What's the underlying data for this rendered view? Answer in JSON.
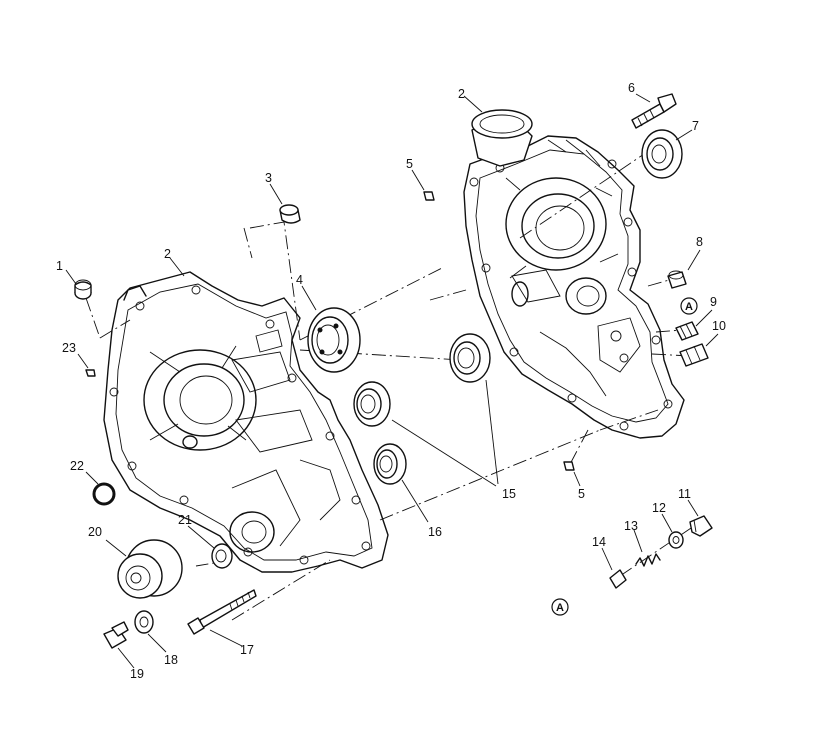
{
  "callouts": [
    {
      "id": "c1",
      "text": "1"
    },
    {
      "id": "c2a",
      "text": "2"
    },
    {
      "id": "c2b",
      "text": "2"
    },
    {
      "id": "c3",
      "text": "3"
    },
    {
      "id": "c4",
      "text": "4"
    },
    {
      "id": "c5a",
      "text": "5"
    },
    {
      "id": "c5b",
      "text": "5"
    },
    {
      "id": "c6",
      "text": "6"
    },
    {
      "id": "c7",
      "text": "7"
    },
    {
      "id": "c8",
      "text": "8"
    },
    {
      "id": "c9",
      "text": "9"
    },
    {
      "id": "c10",
      "text": "10"
    },
    {
      "id": "c11",
      "text": "11"
    },
    {
      "id": "c12",
      "text": "12"
    },
    {
      "id": "c13",
      "text": "13"
    },
    {
      "id": "c14",
      "text": "14"
    },
    {
      "id": "c15",
      "text": "15"
    },
    {
      "id": "c16",
      "text": "16"
    },
    {
      "id": "c17",
      "text": "17"
    },
    {
      "id": "c18",
      "text": "18"
    },
    {
      "id": "c19",
      "text": "19"
    },
    {
      "id": "c20",
      "text": "20"
    },
    {
      "id": "c21",
      "text": "21"
    },
    {
      "id": "c22",
      "text": "22"
    },
    {
      "id": "c23",
      "text": "23"
    }
  ],
  "reference_marks": [
    {
      "id": "refA1",
      "text": "A"
    },
    {
      "id": "refA2",
      "text": "A"
    }
  ]
}
